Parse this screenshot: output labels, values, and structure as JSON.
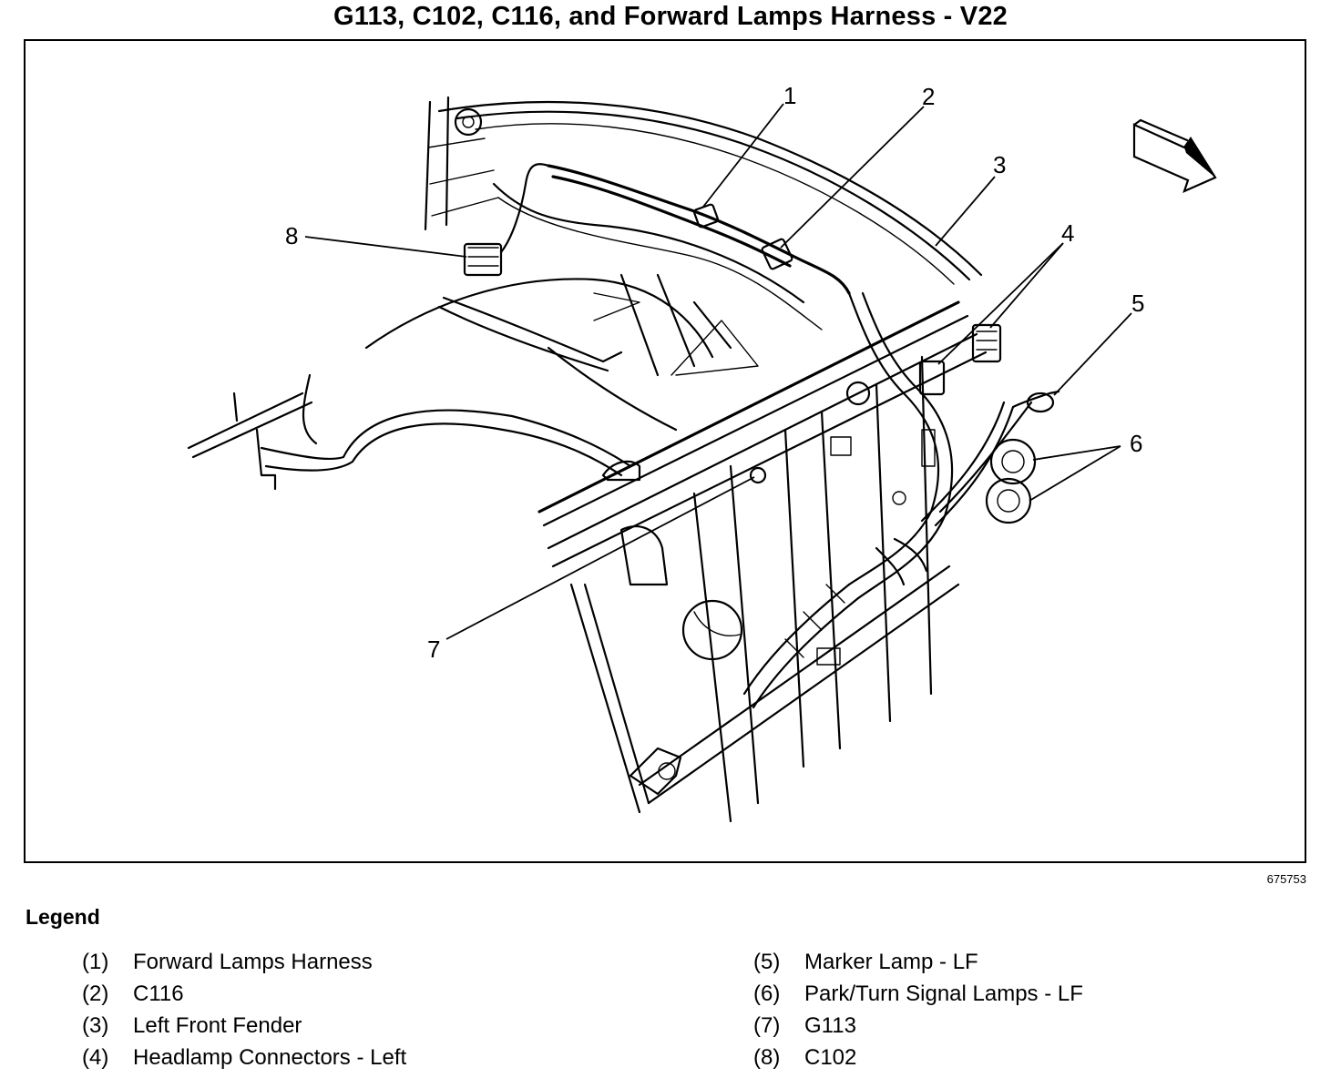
{
  "title": "G113, C102, C116, and Forward Lamps Harness - V22",
  "figure_id": "675753",
  "callouts": [
    "1",
    "2",
    "3",
    "4",
    "5",
    "6",
    "7",
    "8"
  ],
  "icons": {
    "direction_arrow": "front-direction-arrow-icon"
  },
  "legend": {
    "heading": "Legend",
    "items": [
      {
        "num": "(1)",
        "label": "Forward Lamps Harness"
      },
      {
        "num": "(2)",
        "label": "C116"
      },
      {
        "num": "(3)",
        "label": "Left Front Fender"
      },
      {
        "num": "(4)",
        "label": "Headlamp Connectors - Left"
      },
      {
        "num": "(5)",
        "label": "Marker Lamp - LF"
      },
      {
        "num": "(6)",
        "label": "Park/Turn Signal Lamps - LF"
      },
      {
        "num": "(7)",
        "label": "G113"
      },
      {
        "num": "(8)",
        "label": "C102"
      }
    ]
  }
}
